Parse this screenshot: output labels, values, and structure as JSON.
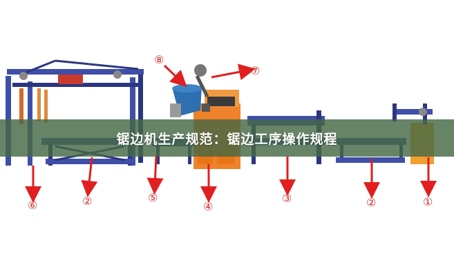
{
  "banner": {
    "title": "锯边机生产规范：锯边工序操作规程"
  },
  "callouts": [
    {
      "id": "callout-8",
      "label": "⑧"
    },
    {
      "id": "callout-7",
      "label": "⑦"
    },
    {
      "id": "callout-6",
      "label": "⑥"
    },
    {
      "id": "callout-2a",
      "label": "②"
    },
    {
      "id": "callout-5",
      "label": "⑤"
    },
    {
      "id": "callout-4",
      "label": "④"
    },
    {
      "id": "callout-3",
      "label": "③"
    },
    {
      "id": "callout-2b",
      "label": "②"
    },
    {
      "id": "callout-1",
      "label": "①"
    }
  ],
  "colors": {
    "frame": "#3f4fa8",
    "frame_dark": "#2b3680",
    "panel_orange": "#f0822a",
    "hopper_blue": "#2e6fb0",
    "arrow_red": "#e01f1f",
    "text_red": "#d0302c",
    "banner": "#466946"
  }
}
